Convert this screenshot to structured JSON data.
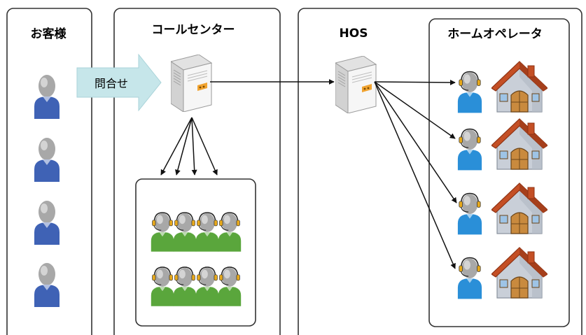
{
  "columns": {
    "customer_label": "お客様",
    "callcenter_label": "コールセンター",
    "hos_label": "HOS",
    "home_operator_label": "ホームオペレータ"
  },
  "inquiry_label": "問合せ",
  "colors": {
    "customer_person": "#3f62b5",
    "agent_person": "#5aa63c",
    "home_operator_person": "#2a8fd8",
    "arrow_fill": "#c6e6ea",
    "house_roof": "#c44f25",
    "house_wall": "#c9cfd8",
    "server_body": "#f4f4f4"
  },
  "icons": [
    "person-icon",
    "agent-person-icon",
    "headset-person-icon",
    "server-icon",
    "house-icon"
  ]
}
